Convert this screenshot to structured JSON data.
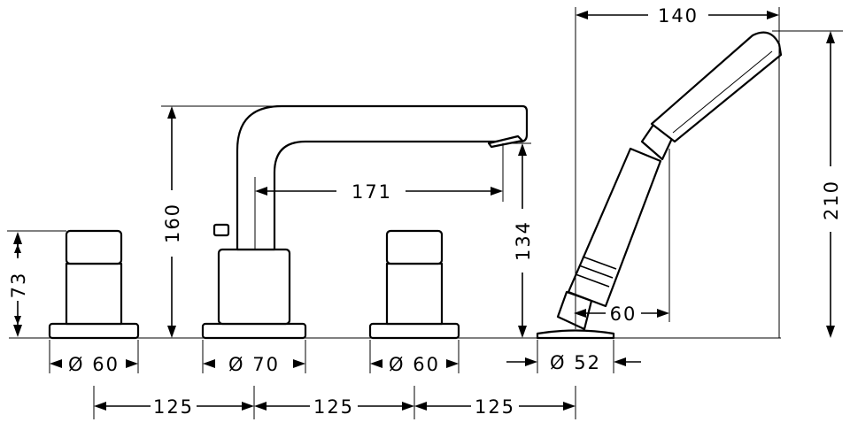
{
  "dimensions": {
    "handle_height": "73",
    "spout_height": "160",
    "spout_reach": "171",
    "spout_outlet_height": "134",
    "shower_height": "210",
    "shower_head_width": "140",
    "shower_holder_offset": "60",
    "left_handle_diameter": "Ø 60",
    "spout_base_diameter": "Ø 70",
    "right_handle_diameter": "Ø 60",
    "shower_base_diameter": "Ø 52",
    "spacing_1": "125",
    "spacing_2": "125",
    "spacing_3": "125"
  }
}
